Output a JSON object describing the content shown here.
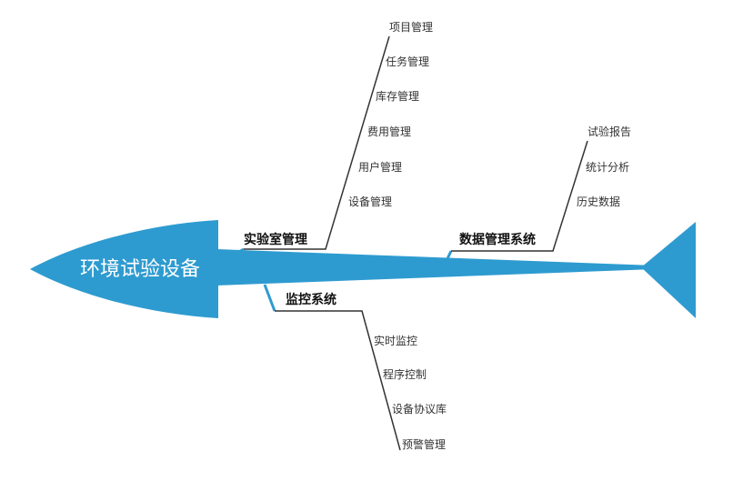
{
  "colors": {
    "accent": "#2e9bd0",
    "line": "#333333"
  },
  "head": {
    "title": "环境试验设备"
  },
  "branches": {
    "lab": {
      "label": "实验室管理",
      "items": [
        "项目管理",
        "任务管理",
        "库存管理",
        "费用管理",
        "用户管理",
        "设备管理"
      ]
    },
    "data": {
      "label": "数据管理系统",
      "items": [
        "试验报告",
        "统计分析",
        "历史数据"
      ]
    },
    "monitor": {
      "label": "监控系统",
      "items": [
        "实时监控",
        "程序控制",
        "设备协议库",
        "预警管理"
      ]
    }
  }
}
